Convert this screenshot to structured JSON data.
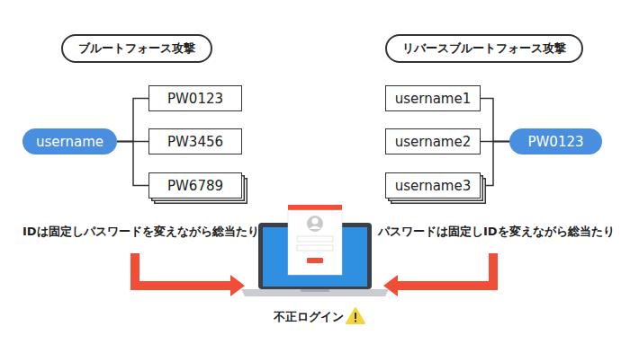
{
  "diagram": {
    "nodes": [
      {
        "text": [
          "ブルートフォース攻撃"
        ]
      },
      {
        "text": [
          "リバースブルートフォース攻撃"
        ]
      },
      {
        "text": [
          "username"
        ]
      },
      {
        "text": [
          "PW0123"
        ]
      },
      {
        "text": [
          "PW3456"
        ]
      },
      {
        "text": [
          "PW6789"
        ]
      },
      {
        "text": [
          "username1"
        ]
      },
      {
        "text": [
          "username2"
        ]
      },
      {
        "text": [
          "username3"
        ]
      },
      {
        "text": [
          "PW0123"
        ]
      }
    ],
    "edges": [
      {
        "from": 2,
        "to": 3,
        "arrow": "none"
      },
      {
        "from": 2,
        "to": 4,
        "arrow": "none"
      },
      {
        "from": 2,
        "to": 5,
        "arrow": "none"
      },
      {
        "from": 9,
        "to": 6,
        "arrow": "none"
      },
      {
        "from": 9,
        "to": 7,
        "arrow": "none"
      },
      {
        "from": 9,
        "to": 8,
        "arrow": "none"
      }
    ],
    "labels": [
      "IDは固定しパスワードを変えながら総当たり",
      "パスワードは固定しIDを変えながら総当たり",
      "不正ログイン"
    ]
  }
}
